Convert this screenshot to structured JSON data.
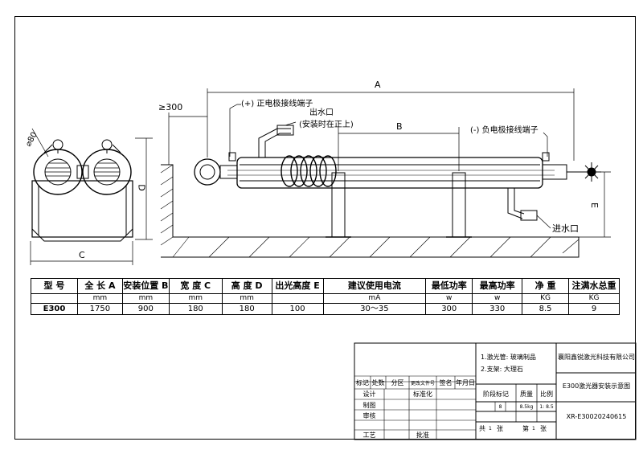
{
  "drawing": {
    "dim_A": "A",
    "dim_B": "B",
    "dim_C": "C",
    "dim_D": "D",
    "dim_E": "E",
    "clearance": "≥300",
    "diameter": "⌀80",
    "pos_terminal": "(+) 正电极接线端子",
    "water_out": "出水口",
    "water_out_note": "(安装时在正上)",
    "neg_terminal": "(-) 负电极接线端子",
    "water_in": "进水口"
  },
  "spec_table": {
    "headers": [
      "型 号",
      "全 长 A",
      "安装位置 B",
      "宽 度 C",
      "高 度 D",
      "出光高度 E",
      "建议使用电流",
      "最低功率",
      "最高功率",
      "净  重",
      "注满水总重"
    ],
    "units": [
      "",
      "mm",
      "mm",
      "mm",
      "mm",
      "",
      "mA",
      "w",
      "w",
      "KG",
      "KG"
    ],
    "row": [
      "E300",
      "1750",
      "900",
      "180",
      "180",
      "100",
      "30～35",
      "300",
      "330",
      "8.5",
      "9"
    ]
  },
  "title_block": {
    "note1": "1.激光管: 玻璃制品",
    "note2": "2.支架: 大理石",
    "company": "襄阳鑫锐激光科技有限公司",
    "drawing_name": "E300激光器安装示意图",
    "drawing_no": "XR-E30020240615",
    "rev_headers": [
      "标记",
      "处数",
      "分区",
      "更改文件号",
      "签名",
      "年月日"
    ],
    "side_labels": [
      "设计",
      "制图",
      "审核",
      "工艺"
    ],
    "std": "标准化",
    "approve": "批准",
    "stage_headers": [
      "阶段标记",
      "质量",
      "比例"
    ],
    "stage_values": [
      "8",
      "8.5kg",
      "1: 8.5"
    ],
    "sheets": [
      "共",
      "1",
      "张",
      "第",
      "1",
      "张"
    ]
  }
}
